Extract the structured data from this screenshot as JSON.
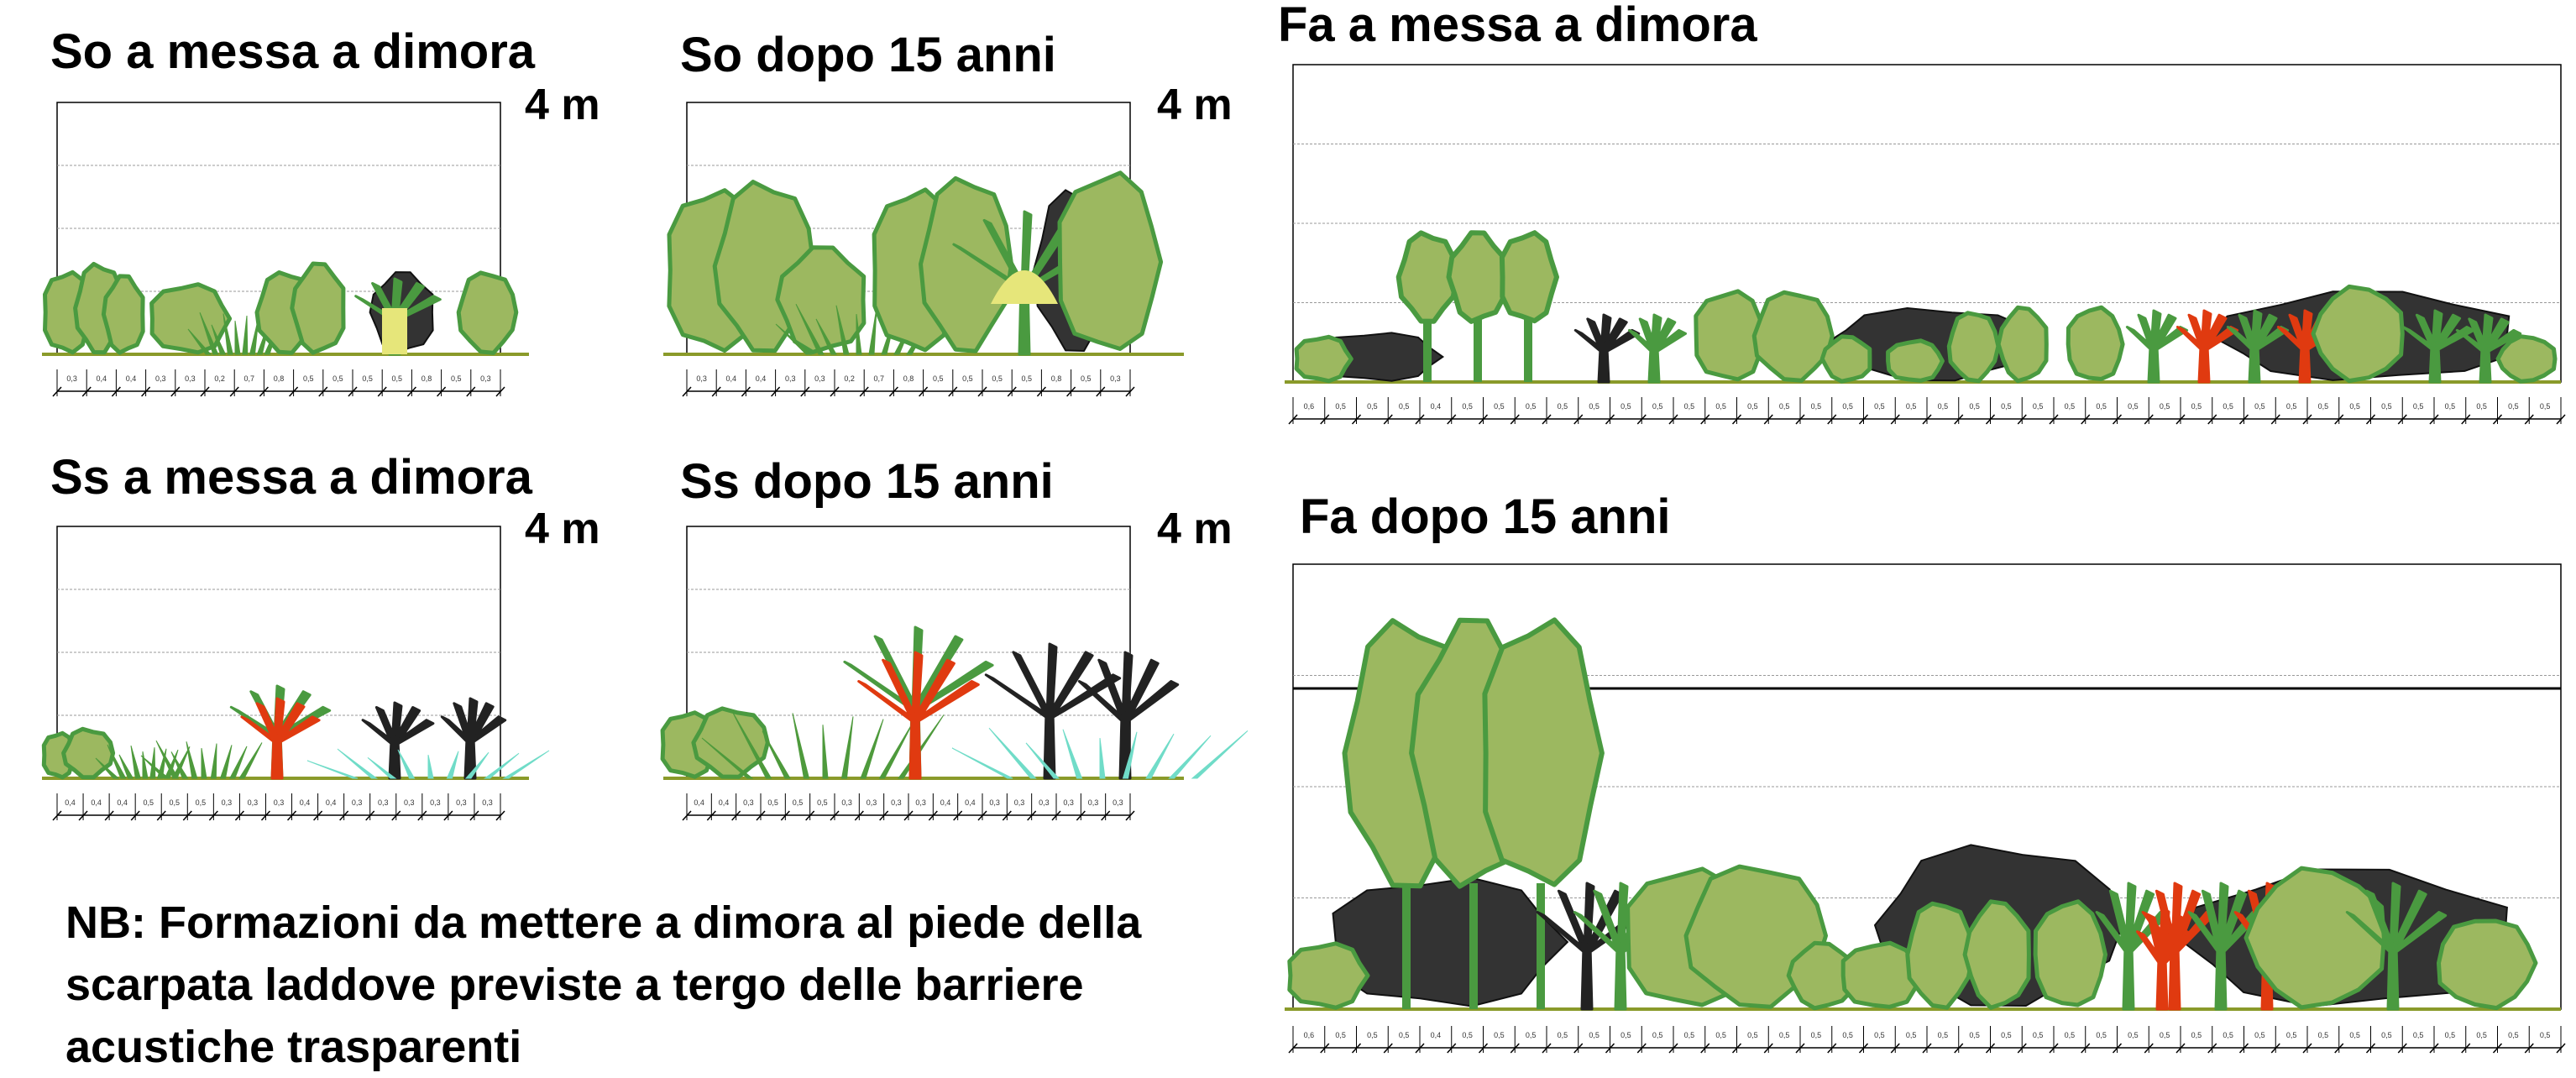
{
  "panels": [
    {
      "id": "so-planting",
      "title": "So a messa a dimora",
      "height_label": "4 m",
      "spacings": [
        "0,3",
        "0,4",
        "0,4",
        "0,3",
        "0,3",
        "0,2",
        "0,7",
        "0,8",
        "0,5",
        "0,5",
        "0,5",
        "0,5",
        "0,8",
        "0,5",
        "0,3"
      ]
    },
    {
      "id": "so-15-years",
      "title": "So dopo 15 anni",
      "height_label": "4 m",
      "spacings": [
        "0,3",
        "0,4",
        "0,4",
        "0,3",
        "0,3",
        "0,2",
        "0,7",
        "0,8",
        "0,5",
        "0,5",
        "0,5",
        "0,5",
        "0,8",
        "0,5",
        "0,3"
      ]
    },
    {
      "id": "ss-planting",
      "title": "Ss a messa a dimora",
      "height_label": "4 m",
      "spacings": [
        "0,4",
        "0,4",
        "0,4",
        "0,5",
        "0,5",
        "0,5",
        "0,3",
        "0,3",
        "0,3",
        "0,4",
        "0,4",
        "0,3",
        "0,3",
        "0,3",
        "0,3",
        "0,3",
        "0,3"
      ]
    },
    {
      "id": "ss-15-years",
      "title": "Ss dopo 15 anni",
      "height_label": "4 m",
      "spacings": [
        "0,4",
        "0,4",
        "0,3",
        "0,5",
        "0,5",
        "0,5",
        "0,3",
        "0,3",
        "0,3",
        "0,3",
        "0,4",
        "0,4",
        "0,3",
        "0,3",
        "0,3",
        "0,3",
        "0,3",
        "0,3"
      ]
    },
    {
      "id": "fa-planting",
      "title": "Fa a messa a dimora",
      "spacings": [
        "0,6",
        "0,5",
        "0,5",
        "0,5",
        "0,4",
        "0,5",
        "0,5",
        "0,5",
        "0,5",
        "0,5",
        "0,5",
        "0,5",
        "0,5",
        "0,5",
        "0,5",
        "0,5",
        "0,5",
        "0,5",
        "0,5",
        "0,5",
        "0,5",
        "0,5",
        "0,5",
        "0,5",
        "0,5",
        "0,5",
        "0,5",
        "0,5",
        "0,5",
        "0,5",
        "0,5",
        "0,5",
        "0,5",
        "0,5",
        "0,5",
        "0,5",
        "0,5",
        "0,5",
        "0,5",
        "0,5"
      ]
    },
    {
      "id": "fa-15-years",
      "title": "Fa dopo 15 anni",
      "spacings": [
        "0,6",
        "0,5",
        "0,5",
        "0,5",
        "0,4",
        "0,5",
        "0,5",
        "0,5",
        "0,5",
        "0,5",
        "0,5",
        "0,5",
        "0,5",
        "0,5",
        "0,5",
        "0,5",
        "0,5",
        "0,5",
        "0,5",
        "0,5",
        "0,5",
        "0,5",
        "0,5",
        "0,5",
        "0,5",
        "0,5",
        "0,5",
        "0,5",
        "0,5",
        "0,5",
        "0,5",
        "0,5",
        "0,5",
        "0,5",
        "0,5",
        "0,5",
        "0,5",
        "0,5",
        "0,5",
        "0,5"
      ]
    }
  ],
  "note": "NB: Formazioni da mettere a dimora al piede della scarpata laddove previste a tergo delle barriere acustiche trasparenti",
  "colors": {
    "foliage": "#9cb860",
    "outline": "#4a9a40",
    "dark": "#222222",
    "red": "#e03a10",
    "cyan": "#70dcc8",
    "yellow": "#e6e67a",
    "grass": "#4e9a3c",
    "ground": "#8a9a2a"
  }
}
